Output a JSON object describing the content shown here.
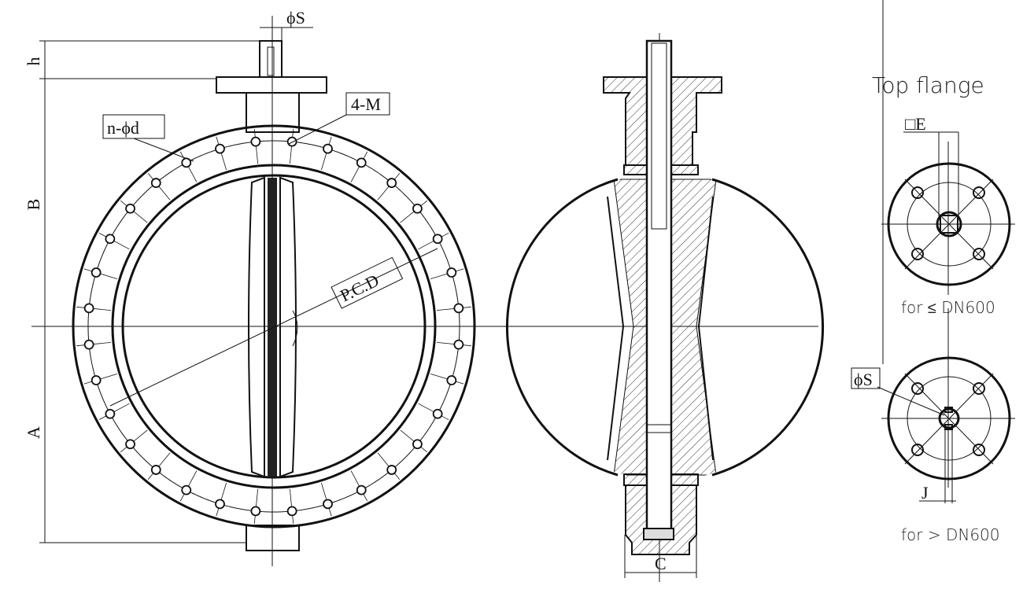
{
  "front_view": {
    "shaft_diameter_label": "ϕS",
    "bolt_holes_label": "n-ϕd",
    "tapped_holes_label": "4-M",
    "pcd_label": "P.C.D",
    "dim_h": "h",
    "dim_b": "B",
    "dim_a": "A",
    "bolt_hole_count": 32
  },
  "side_view": {
    "dim_c": "C"
  },
  "top_flange": {
    "title": "Top flange",
    "square_label": "□E",
    "caption_small": "for ≤ DN600",
    "shaft_label": "ϕS",
    "key_label": "J",
    "caption_large": "for > DN600"
  }
}
